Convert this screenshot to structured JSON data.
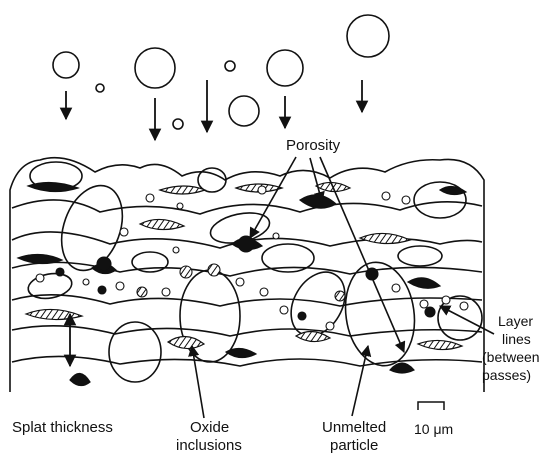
{
  "labels": {
    "porosity": "Porosity",
    "layer_lines": [
      "Layer",
      "lines",
      "(between",
      "passes)"
    ],
    "splat_thickness": "Splat thickness",
    "oxide_inclusions": [
      "Oxide",
      "inclusions"
    ],
    "unmelted_particle": [
      "Unmelted",
      "particle"
    ],
    "scale_bar": "10 μm"
  },
  "colors": {
    "ink": "#111111",
    "background": "#ffffff"
  }
}
